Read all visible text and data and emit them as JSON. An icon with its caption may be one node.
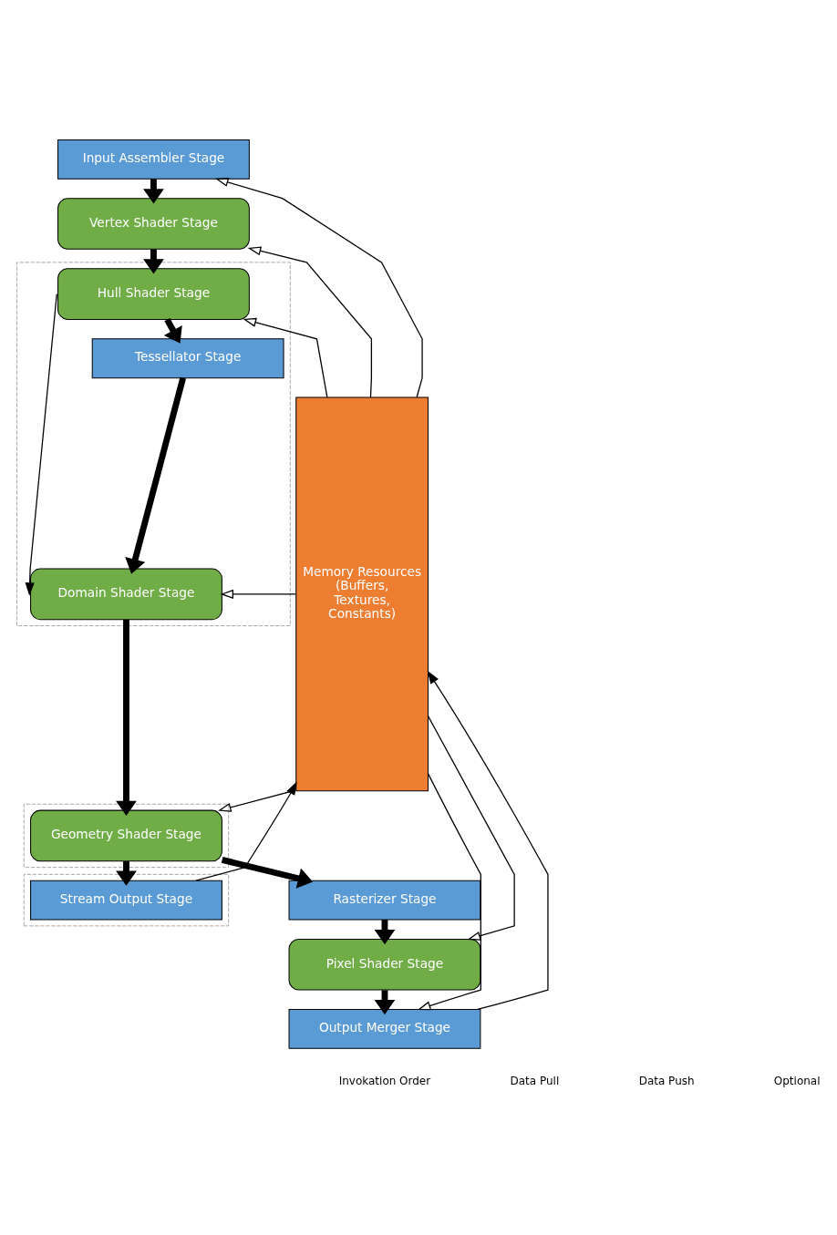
{
  "diagram": {
    "nodes": [
      {
        "text": [
          "Input Assembler Stage"
        ]
      },
      {
        "text": [
          "Vertex Shader Stage"
        ]
      },
      {
        "text": [],
        "shape": "box"
      },
      {
        "text": [
          "Hull Shader Stage"
        ],
        "in": 2
      },
      {
        "text": [
          "Tessellator Stage"
        ],
        "in": 2
      },
      {
        "text": [
          "Domain Shader Stage"
        ],
        "in": 2
      },
      {
        "text": [],
        "shape": "box"
      },
      {
        "text": [
          "Geometry Shader Stage"
        ],
        "in": 6
      },
      {
        "text": [],
        "shape": "box"
      },
      {
        "text": [
          "Stream Output Stage"
        ],
        "in": 8
      },
      {
        "text": [
          "Rasterizer Stage"
        ]
      },
      {
        "text": [
          "Pixel Shader Stage"
        ]
      },
      {
        "text": [
          "Output Merger Stage"
        ]
      },
      {
        "text": [
          "Memory Resources (Buffers, Textures, Constants)"
        ]
      }
    ],
    "edges": [
      {
        "from": 0,
        "to": 1,
        "arrow": "to",
        "style": "thick"
      },
      {
        "from": 1,
        "to": 3,
        "arrow": "to",
        "style": "thick"
      },
      {
        "from": 3,
        "to": 4,
        "arrow": "to",
        "style": "thick"
      },
      {
        "from": 4,
        "to": 5,
        "arrow": "to",
        "style": "thick"
      },
      {
        "from": 3,
        "to": 5,
        "arrow": "to"
      },
      {
        "from": 5,
        "to": 7,
        "arrow": "to",
        "style": "thick"
      },
      {
        "from": 7,
        "to": 9,
        "arrow": "to",
        "style": "thick"
      },
      {
        "from": 7,
        "to": 10,
        "arrow": "to",
        "style": "thick"
      },
      {
        "from": 10,
        "to": 11,
        "arrow": "to",
        "style": "thick"
      },
      {
        "from": 11,
        "to": 12,
        "arrow": "to",
        "style": "thick"
      },
      {
        "from": 13,
        "to": 0,
        "arrow": "to"
      },
      {
        "from": 13,
        "to": 1,
        "arrow": "to"
      },
      {
        "from": 13,
        "to": 3,
        "arrow": "to"
      },
      {
        "from": 13,
        "to": 5,
        "arrow": "to"
      },
      {
        "from": 13,
        "to": 7,
        "arrow": "to"
      },
      {
        "from": 13,
        "to": 11,
        "arrow": "to"
      },
      {
        "from": 13,
        "to": 12,
        "arrow": "to"
      },
      {
        "from": 9,
        "to": 13,
        "arrow": "to"
      },
      {
        "from": 12,
        "to": 13,
        "arrow": "to"
      }
    ],
    "legend": [
      {
        "text": "Invokation Order"
      },
      {
        "text": "Data Pull"
      },
      {
        "text": "Data Push"
      },
      {
        "text": "Optional"
      }
    ]
  }
}
